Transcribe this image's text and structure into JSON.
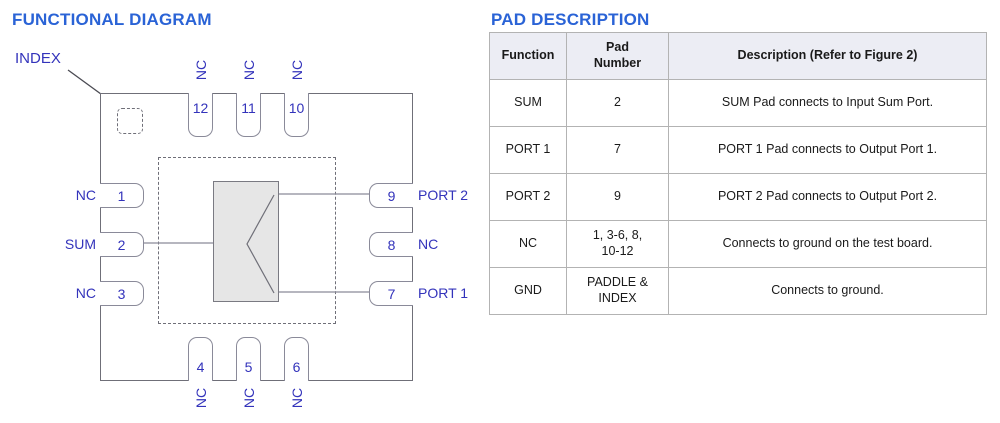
{
  "functional_diagram": {
    "title": "FUNCTIONAL DIAGRAM",
    "index_label": "INDEX",
    "pads": {
      "left": [
        {
          "number": "1",
          "name": "NC"
        },
        {
          "number": "2",
          "name": "SUM"
        },
        {
          "number": "3",
          "name": "NC"
        }
      ],
      "bottom": [
        {
          "number": "4",
          "name": "NC"
        },
        {
          "number": "5",
          "name": "NC"
        },
        {
          "number": "6",
          "name": "NC"
        }
      ],
      "right": [
        {
          "number": "9",
          "name": "PORT 2"
        },
        {
          "number": "8",
          "name": "NC"
        },
        {
          "number": "7",
          "name": "PORT 1"
        }
      ],
      "top": [
        {
          "number": "12",
          "name": "NC"
        },
        {
          "number": "11",
          "name": "NC"
        },
        {
          "number": "10",
          "name": "NC"
        }
      ]
    }
  },
  "pad_description": {
    "title": "PAD DESCRIPTION",
    "columns": [
      "Function",
      "Pad\nNumber",
      "Description (Refer to Figure 2)"
    ],
    "column_function": "Function",
    "column_pad_line1": "Pad",
    "column_pad_line2": "Number",
    "column_description": "Description (Refer to Figure 2)",
    "rows": [
      {
        "function": "SUM",
        "pad_number": "2",
        "pad_number_line1": "2",
        "pad_number_line2": "",
        "description": "SUM Pad connects to Input Sum Port."
      },
      {
        "function": "PORT 1",
        "pad_number": "7",
        "pad_number_line1": "7",
        "pad_number_line2": "",
        "description": "PORT 1 Pad connects to Output Port 1."
      },
      {
        "function": "PORT 2",
        "pad_number": "9",
        "pad_number_line1": "9",
        "pad_number_line2": "",
        "description": "PORT 2 Pad connects to Output Port 2."
      },
      {
        "function": "NC",
        "pad_number": "1, 3-6, 8, 10-12",
        "pad_number_line1": "1, 3-6, 8,",
        "pad_number_line2": "10-12",
        "description": "Connects to ground on the test board."
      },
      {
        "function": "GND",
        "pad_number": "PADDLE & INDEX",
        "pad_number_line1": "PADDLE &",
        "pad_number_line2": "INDEX",
        "description": "Connects to ground."
      }
    ]
  },
  "colors": {
    "title_blue": "#2a63d6",
    "label_blue": "#3333bb",
    "outline_gray": "#6f6f78",
    "block_fill": "#e6e6e6",
    "table_header_bg": "#ecedf4",
    "table_border": "#b3b3b3"
  }
}
